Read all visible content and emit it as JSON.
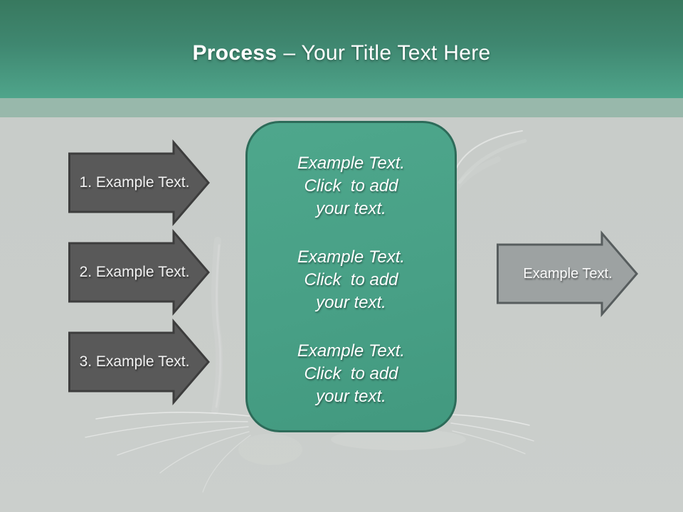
{
  "slide_title": {
    "keyword": "Process",
    "separator_and_text": "– Your Title Text Here"
  },
  "process_steps": [
    {
      "label": "1. Example Text."
    },
    {
      "label": "2. Example Text."
    },
    {
      "label": "3. Example Text."
    }
  ],
  "center_panel": {
    "blocks": [
      {
        "lines": [
          "Example Text.",
          "Click  to add",
          "your text."
        ]
      },
      {
        "lines": [
          "Example Text.",
          "Click  to add",
          "your text."
        ]
      },
      {
        "lines": [
          "Example Text.",
          "Click  to add",
          "your text."
        ]
      }
    ]
  },
  "output_arrow": {
    "label": "Example Text."
  },
  "colors": {
    "header_gradient_top": "#38795f",
    "header_gradient_bottom": "#4fa58b",
    "accent_band": "#98b8ab",
    "canvas_background": "#c9cdca",
    "panel_fill": "#48a086",
    "panel_border": "#2d6b59",
    "step_arrow_fill": "#595959",
    "step_arrow_border": "#3d3d3d",
    "output_arrow_fill": "#9da2a2",
    "output_arrow_border": "#575d5e",
    "text_white": "#ffffff"
  }
}
